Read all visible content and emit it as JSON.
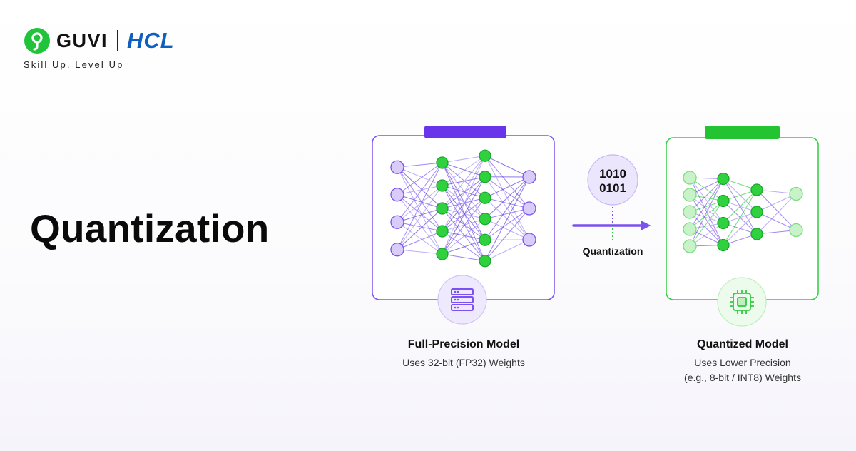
{
  "brand": {
    "guvi": "GUVI",
    "hcl": "HCL",
    "tagline": "Skill Up. Level Up"
  },
  "title": "Quantization",
  "diagram": {
    "full_model": {
      "title": "Full-Precision Model",
      "subtitle": "Uses 32-bit (FP32) Weights",
      "layers": [
        4,
        5,
        6,
        3
      ],
      "icon": "server-icon"
    },
    "quantized_model": {
      "title": "Quantized Model",
      "subtitle_line1": "Uses Lower Precision",
      "subtitle_line2": "(e.g., 8-bit / INT8) Weights",
      "layers": [
        5,
        4,
        3,
        2
      ],
      "icon": "chip-icon"
    },
    "binary_line1": "1010",
    "binary_line2": "0101",
    "arrow_label": "Quantization"
  },
  "colors": {
    "purple": "#7b52f0",
    "purple_light": "#d9ccf9",
    "green": "#2ecc3f",
    "green_light": "#c8f2c8",
    "hcl_blue": "#0f5fbf"
  }
}
